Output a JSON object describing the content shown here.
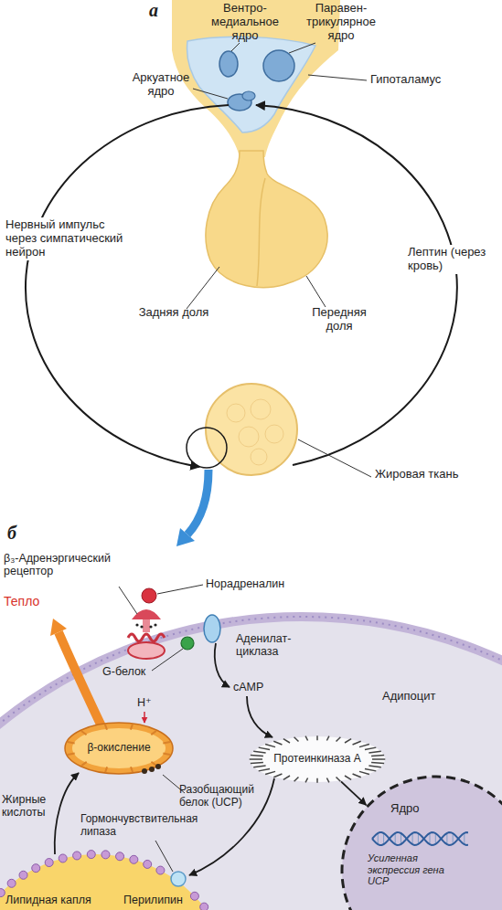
{
  "diagram": {
    "nodes": [
      {
        "text": [
          "Адипоцит"
        ]
      },
      {
        "text": [
          "β-окисление"
        ],
        "in": 0
      },
      {
        "text": [
          "Протеинкиназа А"
        ],
        "in": 0
      },
      {
        "text": [
          "Ядро",
          "Усиленная экспрессия гена UCP"
        ],
        "in": 0
      }
    ],
    "edges": [
      {
        "from": 2,
        "to": 3,
        "arrow": "to"
      }
    ],
    "labels": [
      "а",
      "Вентро-медиальное ядро",
      "Паравен-трикулярное ядро",
      "Аркуатное ядро",
      "Гипоталамус",
      "Нервный импульс через симпатический нейрон",
      "Лептин (через кровь)",
      "Задняя доля",
      "Передняя доля",
      "Жировая ткань",
      "б",
      "β₃-Адренэргический рецептор",
      "Норадреналин",
      "Тепло",
      "G-белок",
      "Аденилат-циклаза",
      "cAMP",
      "H⁺",
      "Жирные кислоты",
      "Гормончувствительная липаза",
      "Разобщающий белок (UCP)",
      "Липидная капля",
      "Перилипин"
    ]
  }
}
